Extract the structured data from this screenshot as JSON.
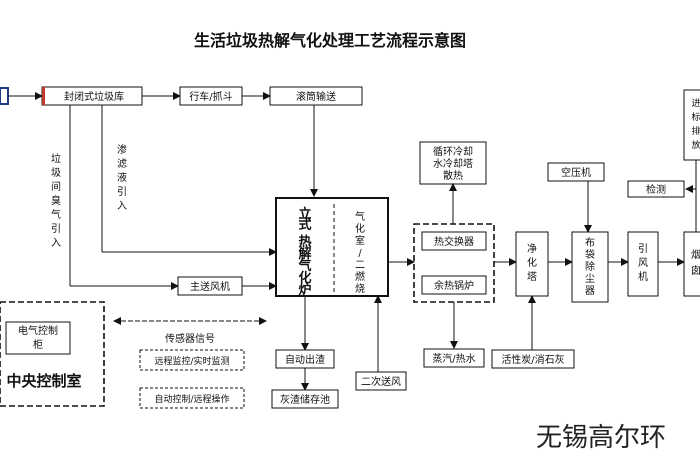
{
  "title": "生活垃圾热解气化处理工艺流程示意图",
  "nodes": {
    "storage": "封闭式垃圾库",
    "crane": "行车/抓斗",
    "conveyor": "滚筒输送",
    "cooling_tower": [
      "循环冷却",
      "水冷却塔",
      "散热"
    ],
    "air_compressor": "空压机",
    "monitor": "检测",
    "leachate": [
      "渗",
      "滤",
      "液",
      "引",
      "入"
    ],
    "odor": [
      "垃",
      "圾",
      "间",
      "臭",
      "气",
      "引",
      "入"
    ],
    "reactor": [
      "立",
      "式",
      "热",
      "解",
      "气",
      "化",
      "炉"
    ],
    "chamber": [
      "气",
      "化",
      "室",
      "/",
      "二",
      "燃",
      "烧"
    ],
    "heat_exchanger": "热交换器",
    "waste_heat_boiler": "余热锅炉",
    "scrubber": [
      "净",
      "化",
      "塔"
    ],
    "bag_filter": [
      "布",
      "袋",
      "除",
      "尘",
      "器"
    ],
    "id_fan": [
      "引",
      "风",
      "机"
    ],
    "primary_fan": "主送风机",
    "electrical_cabinet": [
      "电气控制",
      "柜"
    ],
    "control_room": "中央控制室",
    "sensor_signal": "传感器信号",
    "remote_monitor": "远程监控/实时监测",
    "auto_control": "自动控制/远程操作",
    "auto_slag": "自动出渣",
    "ash_storage": "灰渣储存池",
    "secondary_air": "二次送风",
    "steam_hot_water": "蒸汽/热水",
    "activated_carbon": "活性炭/消石灰",
    "right_partial_top": [
      "进",
      "标",
      "排",
      "放"
    ],
    "right_partial_mid": [
      "烟",
      "囱"
    ]
  },
  "watermark": "无锡高尔环"
}
